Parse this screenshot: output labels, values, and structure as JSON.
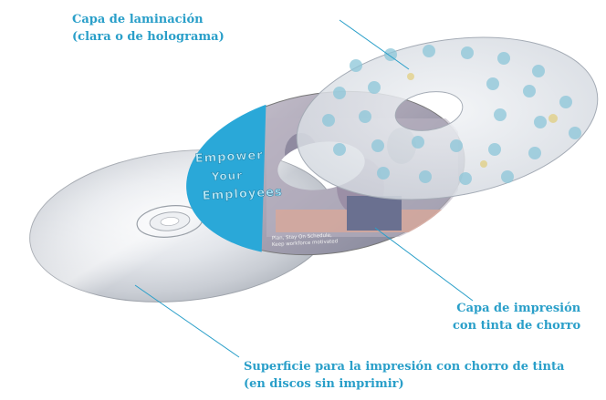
{
  "callouts": {
    "lamination": {
      "line1": "Capa de laminación",
      "line2": "(clara o de holograma)"
    },
    "print_layer": {
      "line1": "Capa de impresión",
      "line2": "con tinta de chorro"
    },
    "surface": {
      "line1": "Superficie para la impresión con chorro de tinta",
      "line2": "(en discos sin imprimir)"
    }
  },
  "disc_label": {
    "word1": "Empower",
    "word2": "Your",
    "word3": "Employees",
    "caption_line1": "Plan, Stay On Schedule,",
    "caption_line2": "Keep workforce motivated"
  },
  "colors": {
    "callout_text": "#2a9fc9",
    "leader_line": "#2a9fc9",
    "label_panel_blue": "#2aa8d8"
  }
}
